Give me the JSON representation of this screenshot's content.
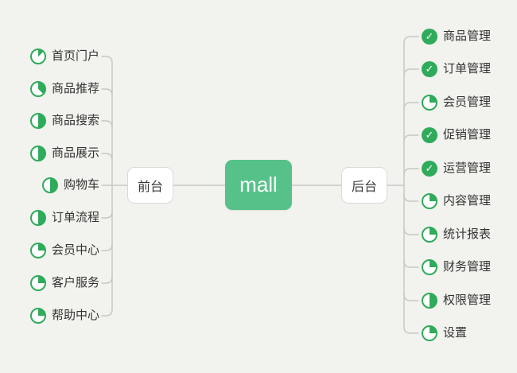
{
  "colors": {
    "background": "#f2f2ee",
    "root_green": "#56c289",
    "icon_green": "#2fab5b",
    "line_gray": "#c7c7c5",
    "text_dark": "#333333"
  },
  "diagram": {
    "type": "mindmap",
    "root": {
      "label": "mall"
    },
    "left_branch": {
      "label": "前台",
      "items": [
        {
          "label": "首页门户",
          "progress": 12.5
        },
        {
          "label": "商品推荐",
          "progress": 37.5
        },
        {
          "label": "商品搜索",
          "progress": 50
        },
        {
          "label": "商品展示",
          "progress": 50
        },
        {
          "label": "购物车",
          "progress": 50
        },
        {
          "label": "订单流程",
          "progress": 50
        },
        {
          "label": "会员中心",
          "progress": 25
        },
        {
          "label": "客户服务",
          "progress": 25
        },
        {
          "label": "帮助中心",
          "progress": 25
        }
      ]
    },
    "right_branch": {
      "label": "后台",
      "items": [
        {
          "label": "商品管理",
          "progress": 100
        },
        {
          "label": "订单管理",
          "progress": 100
        },
        {
          "label": "会员管理",
          "progress": 25
        },
        {
          "label": "促销管理",
          "progress": 100
        },
        {
          "label": "运营管理",
          "progress": 100
        },
        {
          "label": "内容管理",
          "progress": 25
        },
        {
          "label": "统计报表",
          "progress": 25
        },
        {
          "label": "财务管理",
          "progress": 25
        },
        {
          "label": "权限管理",
          "progress": 50
        },
        {
          "label": "设置",
          "progress": 25
        }
      ]
    },
    "done_check_glyph": "✓"
  }
}
